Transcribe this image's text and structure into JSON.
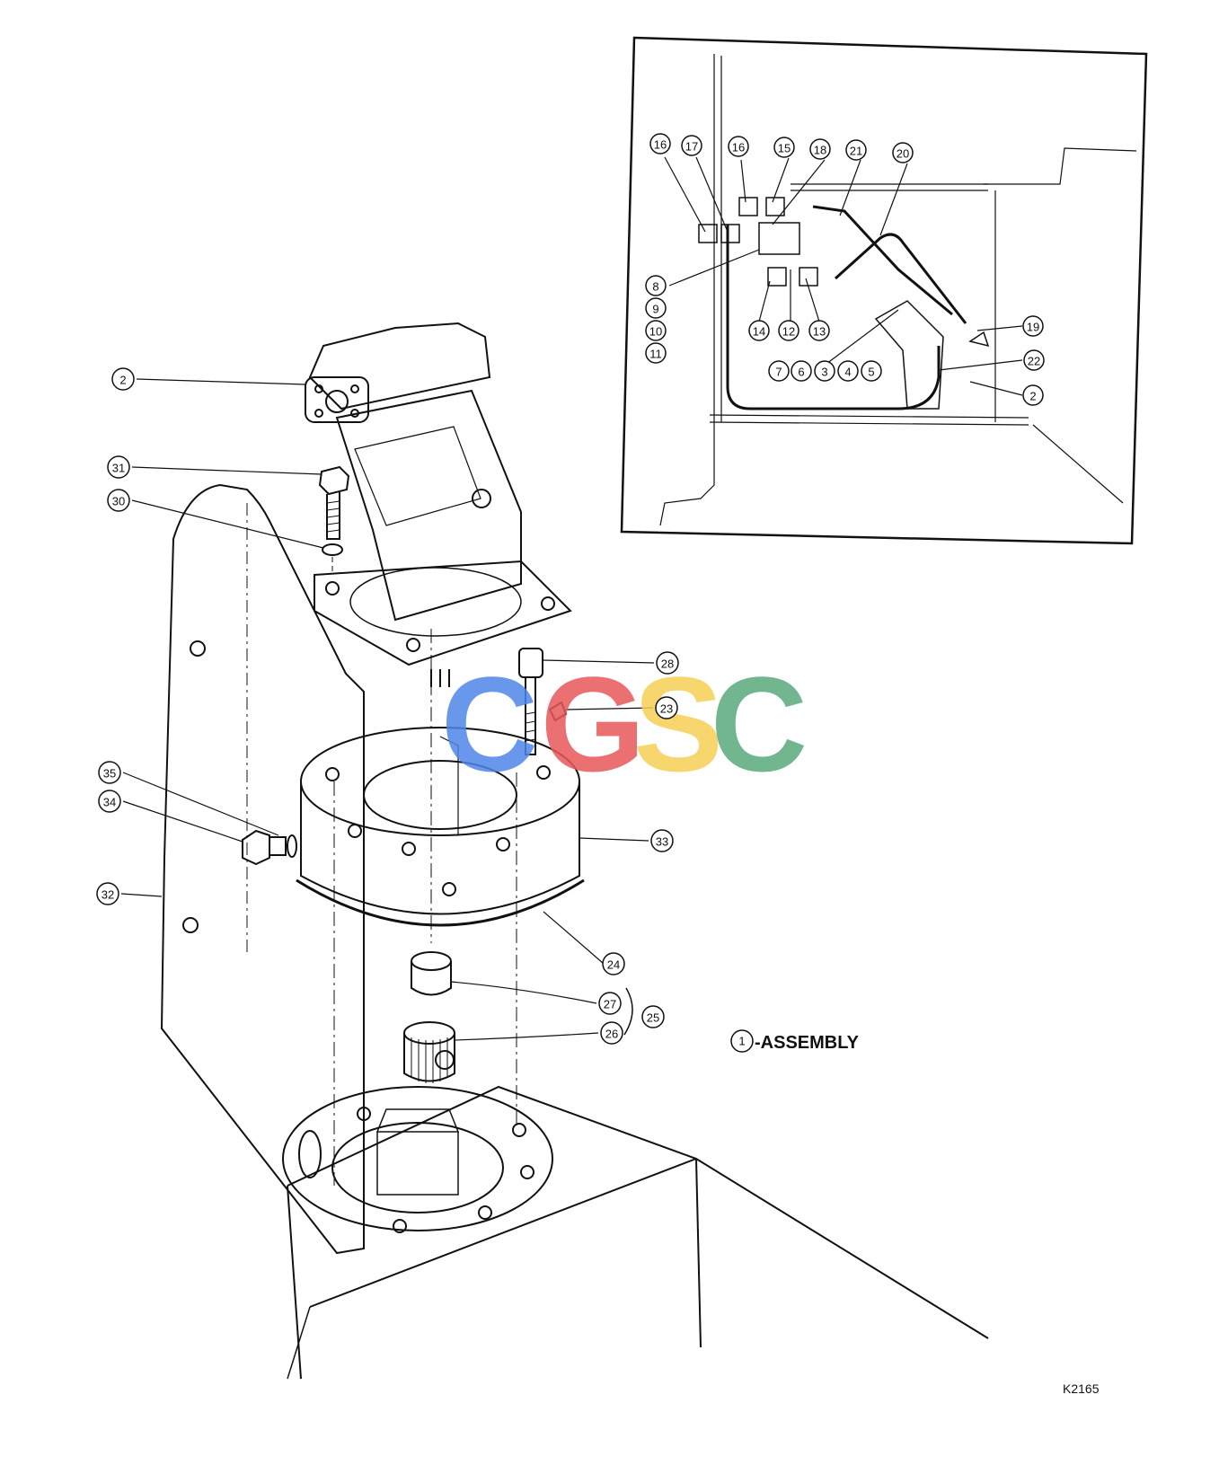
{
  "callouts": [
    {
      "id": "c2",
      "text": "2"
    },
    {
      "id": "c31",
      "text": "31"
    },
    {
      "id": "c30",
      "text": "30"
    },
    {
      "id": "c28",
      "text": "28"
    },
    {
      "id": "c23",
      "text": "23"
    },
    {
      "id": "c35",
      "text": "35"
    },
    {
      "id": "c34",
      "text": "34"
    },
    {
      "id": "c33",
      "text": "33"
    },
    {
      "id": "c32",
      "text": "32"
    },
    {
      "id": "c24",
      "text": "24"
    },
    {
      "id": "c27",
      "text": "27"
    },
    {
      "id": "c25",
      "text": "25"
    },
    {
      "id": "c26",
      "text": "26"
    }
  ],
  "inset_callouts": [
    {
      "id": "i16a",
      "text": "16"
    },
    {
      "id": "i17",
      "text": "17"
    },
    {
      "id": "i16b",
      "text": "16"
    },
    {
      "id": "i15",
      "text": "15"
    },
    {
      "id": "i18",
      "text": "18"
    },
    {
      "id": "i21",
      "text": "21"
    },
    {
      "id": "i20",
      "text": "20"
    },
    {
      "id": "i8",
      "text": "8"
    },
    {
      "id": "i9",
      "text": "9"
    },
    {
      "id": "i10",
      "text": "10"
    },
    {
      "id": "i11",
      "text": "11"
    },
    {
      "id": "i14",
      "text": "14"
    },
    {
      "id": "i12",
      "text": "12"
    },
    {
      "id": "i13",
      "text": "13"
    },
    {
      "id": "i19",
      "text": "19"
    },
    {
      "id": "i7",
      "text": "7"
    },
    {
      "id": "i6",
      "text": "6"
    },
    {
      "id": "i3",
      "text": "3"
    },
    {
      "id": "i4",
      "text": "4"
    },
    {
      "id": "i5",
      "text": "5"
    },
    {
      "id": "i22",
      "text": "22"
    },
    {
      "id": "i2",
      "text": "2"
    }
  ],
  "assembly": {
    "number": "1",
    "label": "-ASSEMBLY"
  },
  "watermark": {
    "letters": [
      "C",
      "G",
      "S",
      "C"
    ],
    "colors": [
      "#4f86e8",
      "#e8585a",
      "#f6cf55",
      "#5aaa7c"
    ]
  },
  "figure_id": "K2165"
}
